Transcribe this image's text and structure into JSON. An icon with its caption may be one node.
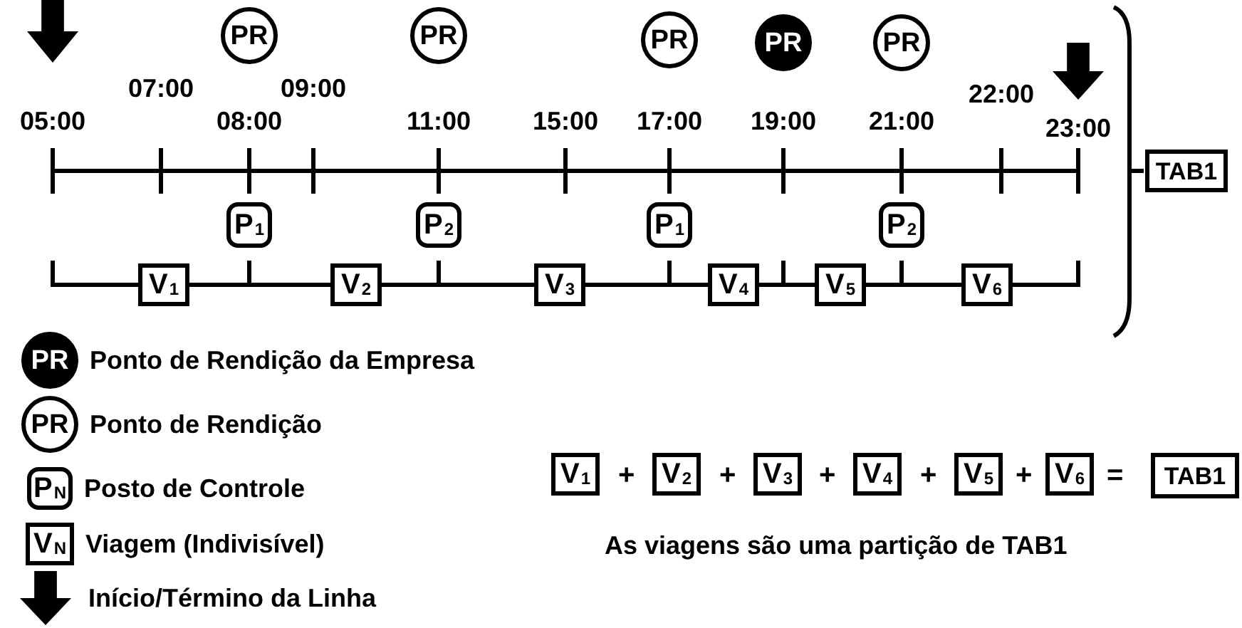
{
  "diagram": {
    "nodes": [
      {
        "text": [],
        "shape": "arrow"
      },
      {
        "text": [
          "PR"
        ]
      },
      {
        "text": [
          "PR"
        ]
      },
      {
        "text": [
          "PR"
        ]
      },
      {
        "text": [
          "PR"
        ]
      },
      {
        "text": [
          "PR"
        ]
      },
      {
        "text": [],
        "shape": "arrow"
      },
      {
        "text": [
          "TAB1"
        ]
      },
      {
        "text": [
          "P$_{1}$"
        ]
      },
      {
        "text": [
          "P$_{2}$"
        ]
      },
      {
        "text": [
          "P$_{1}$"
        ]
      },
      {
        "text": [
          "P$_{2}$"
        ]
      },
      {
        "text": [
          "V$_{1}$"
        ]
      },
      {
        "text": [
          "V$_{2}$"
        ]
      },
      {
        "text": [
          "V$_{3}$"
        ]
      },
      {
        "text": [
          "V$_{4}$"
        ]
      },
      {
        "text": [
          "V$_{5}$"
        ]
      },
      {
        "text": [
          "V$_{6}$"
        ]
      },
      {
        "text": [
          "PR"
        ],
        "beside": [
          "Ponto de Rendição da Empresa"
        ]
      },
      {
        "text": [
          "PR"
        ],
        "beside": [
          "Ponto de Rendição"
        ]
      },
      {
        "text": [
          "P$_{N}$"
        ],
        "beside": [
          "Posto de Controle"
        ]
      },
      {
        "text": [
          "V$_{N}$"
        ],
        "beside": [
          "Viagem (Indivisível)"
        ]
      },
      {
        "text": [],
        "shape": "arrow",
        "beside": [
          "Início/Término da Linha"
        ]
      },
      {
        "text": [
          "V$_{1}$"
        ]
      },
      {
        "text": [
          "V$_{2}$"
        ]
      },
      {
        "text": [
          "V$_{3}$"
        ]
      },
      {
        "text": [
          "V$_{4}$"
        ]
      },
      {
        "text": [
          "V$_{5}$"
        ]
      },
      {
        "text": [
          "V$_{6}$"
        ]
      },
      {
        "text": [
          "TAB1"
        ]
      }
    ],
    "edges": [
      {
        "from": 12,
        "to": 13,
        "arrow": "none"
      },
      {
        "from": 13,
        "to": 14,
        "arrow": "none"
      },
      {
        "from": 14,
        "to": 15,
        "arrow": "none"
      },
      {
        "from": 15,
        "to": 16,
        "arrow": "none"
      },
      {
        "from": 16,
        "to": 17,
        "arrow": "none"
      }
    ],
    "labels": [
      "05:00",
      "07:00",
      "08:00",
      "09:00",
      "11:00",
      "15:00",
      "17:00",
      "19:00",
      "21:00",
      "22:00",
      "23:00",
      "+",
      "+",
      "+",
      "+",
      "+",
      "=",
      "As viagens são uma partição de TAB1"
    ]
  }
}
